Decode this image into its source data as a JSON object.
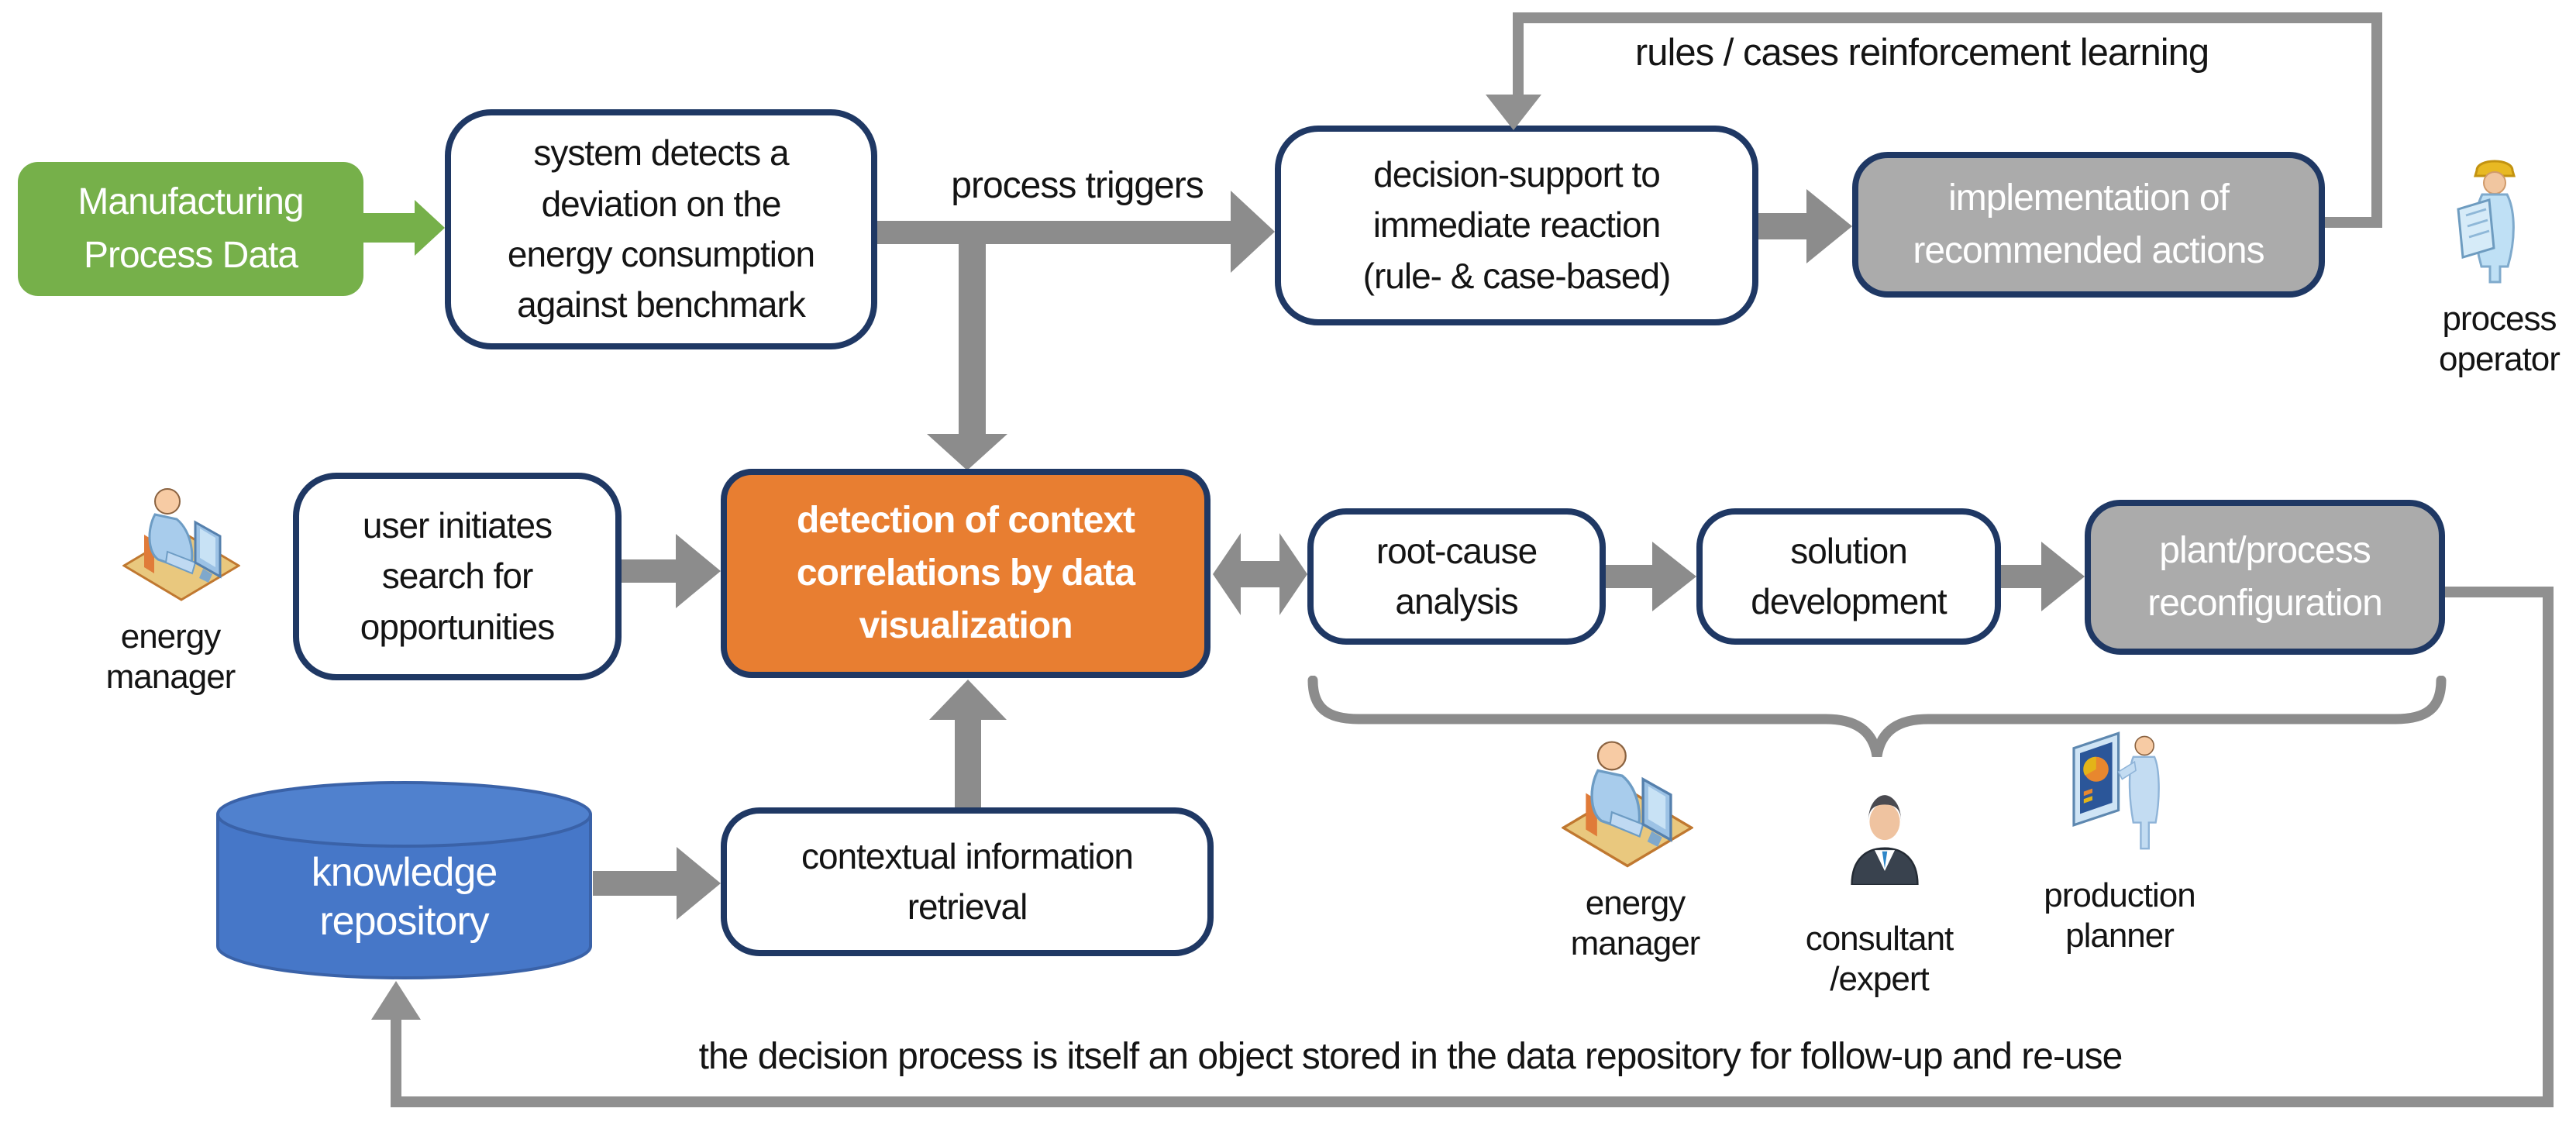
{
  "diagram": {
    "colors": {
      "green": "#76B04A",
      "orange": "#E87E31",
      "blue_cylinder": "#4677C8",
      "gray_fill": "#ABABAB",
      "navy_border": "#1F3864",
      "arrow_gray": "#8C8C8C",
      "line_gray": "#909090"
    },
    "nodes": {
      "manufacturing": {
        "line1": "Manufacturing",
        "line2": "Process Data"
      },
      "system_detects": {
        "line1": "system detects a",
        "line2": "deviation on the",
        "line3": "energy consumption",
        "line4": "against benchmark"
      },
      "decision_support": {
        "line1": "decision-support to",
        "line2": "immediate reaction",
        "line3": "(rule- & case-based)"
      },
      "implementation": {
        "line1": "implementation of",
        "line2": "recommended actions"
      },
      "user_initiates": {
        "line1": "user initiates",
        "line2": "search for",
        "line3": "opportunities"
      },
      "detection": {
        "line1": "detection of context",
        "line2": "correlations by data",
        "line3": "visualization"
      },
      "root_cause": {
        "line1": "root-cause",
        "line2": "analysis"
      },
      "solution": {
        "line1": "solution",
        "line2": "development"
      },
      "plant_reconfig": {
        "line1": "plant/process",
        "line2": "reconfiguration"
      },
      "knowledge_repo": {
        "line1": "knowledge",
        "line2": "repository"
      },
      "contextual": {
        "line1": "contextual information",
        "line2": "retrieval"
      }
    },
    "edge_labels": {
      "process_triggers": "process triggers",
      "reinforcement": "rules / cases reinforcement learning",
      "bottom_note": "the decision process is itself an object stored in the data repository for follow-up and re-use"
    },
    "actors": {
      "process_operator": {
        "line1": "process",
        "line2": "operator"
      },
      "energy_manager_left": {
        "line1": "energy",
        "line2": "manager"
      },
      "energy_manager_bottom": {
        "line1": "energy",
        "line2": "manager"
      },
      "consultant": {
        "line1": "consultant",
        "line2": "/expert"
      },
      "production_planner": {
        "line1": "production",
        "line2": "planner"
      }
    }
  }
}
